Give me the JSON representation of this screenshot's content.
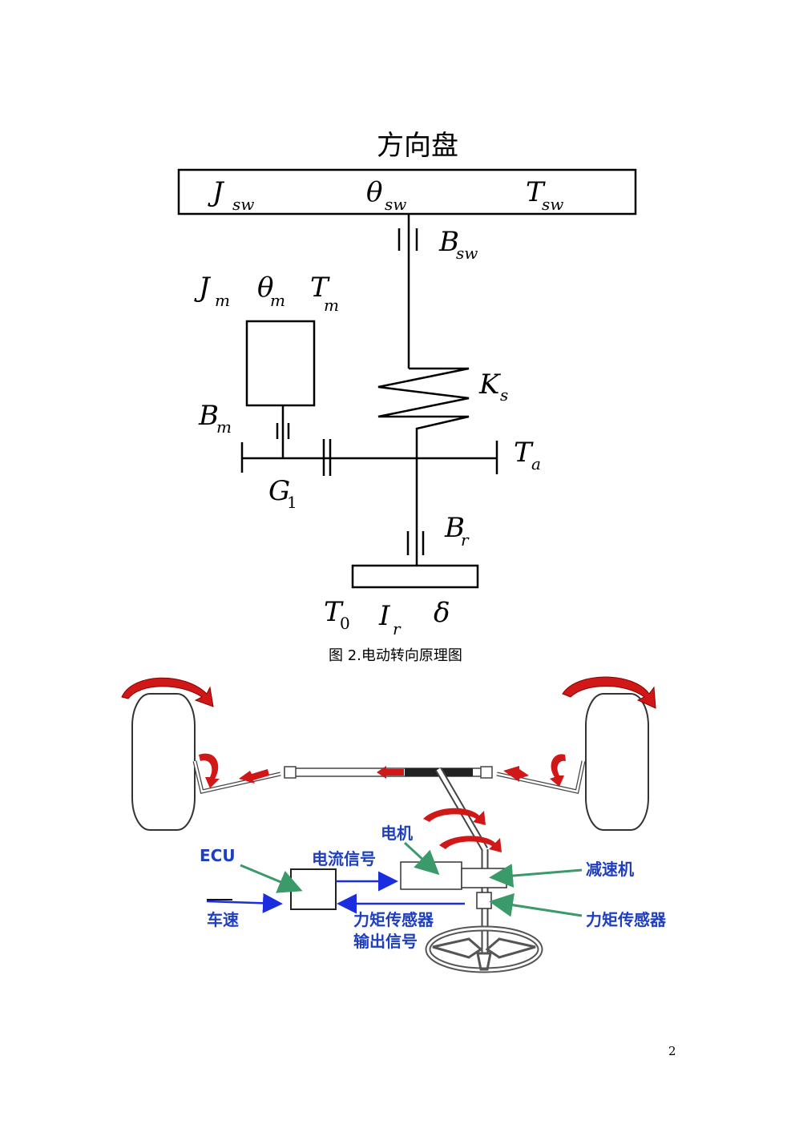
{
  "figure1": {
    "steering_wheel_title": "方向盘",
    "wheel_symbols": {
      "J": "J",
      "J_sub": "sw",
      "theta": "θ",
      "theta_sub": "sw",
      "T": "T",
      "T_sub": "sw"
    },
    "B_sw": {
      "main": "B",
      "sub": "sw"
    },
    "motor": {
      "J": "J",
      "J_sub": "m",
      "theta": "θ",
      "theta_sub": "m",
      "T": "T",
      "T_sub": "m"
    },
    "K_s": {
      "main": "K",
      "sub": "s"
    },
    "B_m": {
      "main": "B",
      "sub": "m"
    },
    "T_a": {
      "main": "T",
      "sub": "a"
    },
    "G_1": {
      "main": "G",
      "sub": "1"
    },
    "B_r": {
      "main": "B",
      "sub": "r"
    },
    "bottom": {
      "T0": "T",
      "T0_sub": "0",
      "Ir": "I",
      "Ir_sub": "r",
      "delta": "δ"
    },
    "caption": "图 2.电动转向原理图"
  },
  "figure2": {
    "labels": {
      "ecu": "ECU",
      "motor": "电机",
      "current_signal": "电流信号",
      "reducer": "减速机",
      "vehicle_speed": "车速",
      "torque_sensor_output_1": "力矩传感器",
      "torque_sensor_output_2": "输出信号",
      "torque_sensor": "力矩传感器"
    },
    "colors": {
      "label_blue": "#1f3fbf",
      "arrow_green": "#3a9a6a",
      "arrow_red": "#d01818",
      "signal_blue": "#1a2ee0"
    }
  },
  "page_number": "2"
}
